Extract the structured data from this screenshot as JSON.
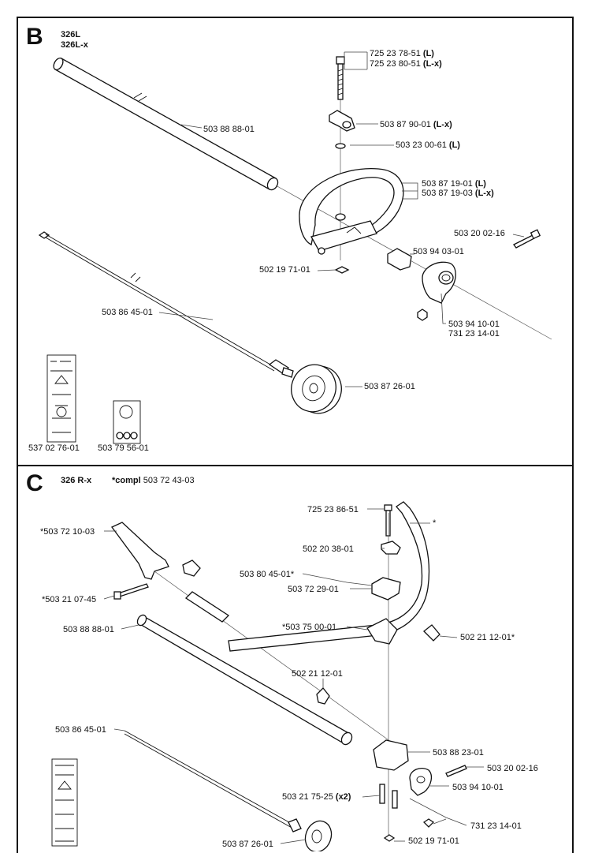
{
  "sectionB": {
    "letter": "B",
    "model1": "326L",
    "model2": "326L-x",
    "labels": {
      "bolt_l": "725 23 78-51",
      "bolt_l_suffix": "(L)",
      "bolt_lx": "725 23 80-51",
      "bolt_lx_suffix": "(L-x)",
      "knob": "503 87 90-01",
      "knob_suffix": "(L-x)",
      "washer": "503 23 00-61",
      "washer_suffix": "(L)",
      "handle_l": "503 87 19-01",
      "handle_l_suffix": "(L)",
      "handle_lx": "503 87 19-03",
      "handle_lx_suffix": "(L-x)",
      "tube": "503 88 88-01",
      "screw": "503 20 02-16",
      "clamp": "503 94 03-01",
      "nut": "502 19 71-01",
      "shaft": "503 86 45-01",
      "bracket1": "503 94 10-01",
      "bracket2": "731 23 14-01",
      "guard": "503 87 26-01",
      "decal1": "537 02 76-01",
      "decal2": "503 79 56-01"
    }
  },
  "sectionC": {
    "letter": "C",
    "model": "326 R-x",
    "compl_prefix": "*compl",
    "compl_number": "503 72 43-03",
    "labels": {
      "bolt": "725 23 86-51",
      "star": "*",
      "guard_top": "*503 72 10-03",
      "knob": "502 20 38-01",
      "clamp_top": "503 80 45-01*",
      "clamp_block": "503 72 29-01",
      "screw_left": "*503 21 07-45",
      "tube": "503 88 88-01",
      "handle": "*503 75 00-01",
      "throttle": "502 21 12-01*",
      "clip": "502 21 12-01",
      "shaft": "503 86 45-01",
      "housing": "503 88 23-01",
      "screw_right": "503 20 02-16",
      "bracket": "503 94 10-01",
      "screw_x2": "503 21 75-25",
      "screw_x2_suffix": "(x2)",
      "nut_washer": "731 23 14-01",
      "guard": "503 87 26-01",
      "nut": "502 19 71-01"
    }
  }
}
